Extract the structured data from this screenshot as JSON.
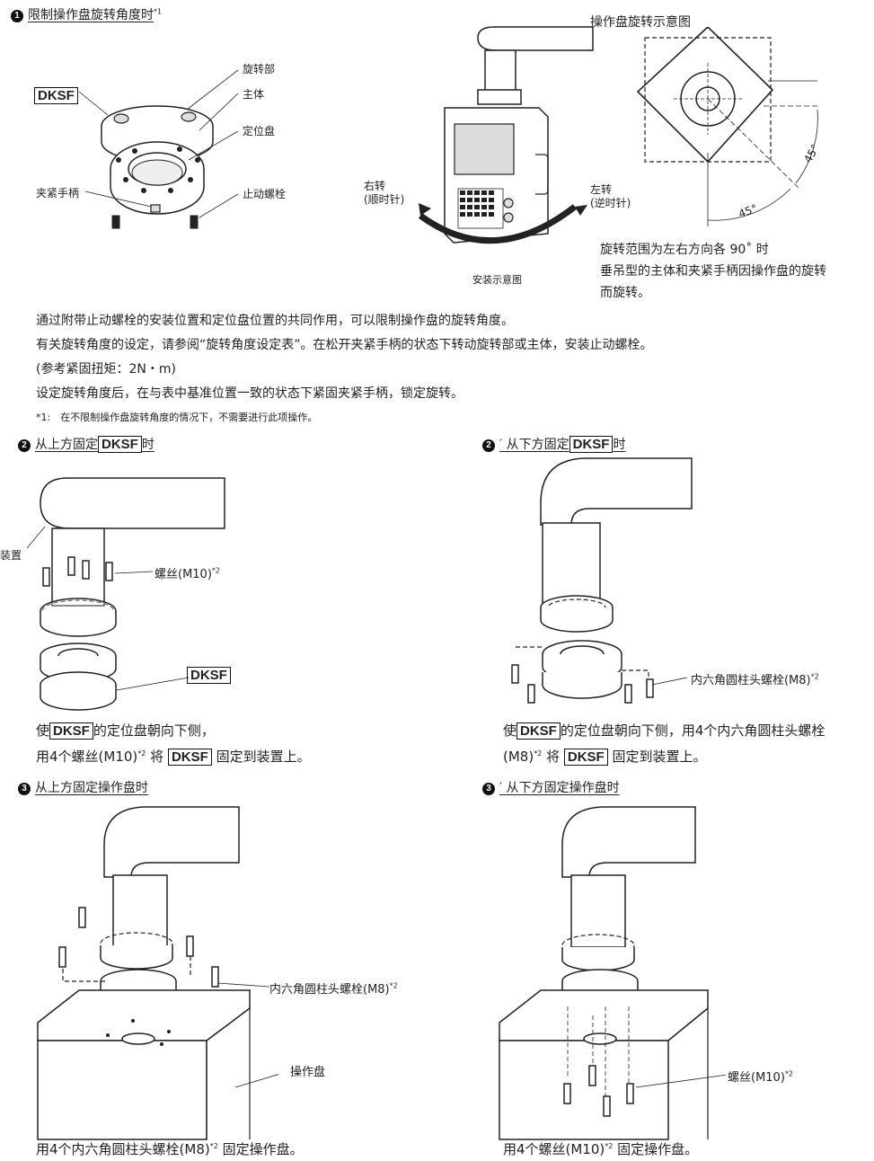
{
  "sec1": {
    "num": "1",
    "title": "限制操作盘旋转角度时",
    "note_mark": "*1",
    "dksf_label": "DKSF",
    "labels": {
      "rotating_part": "旋转部",
      "main_body": "主体",
      "positioning_disc": "定位盘",
      "clamp_handle": "夹紧手柄",
      "stop_bolt": "止动螺栓"
    },
    "rotation_diagram_title": "操作盘旋转示意图",
    "right_turn": "右转",
    "right_turn_sub": "(顺时针)",
    "left_turn": "左转",
    "left_turn_sub": "(逆时针)",
    "install_caption": "安装示意图",
    "angle_1": "45°",
    "angle_2": "45°",
    "range_text": [
      "旋转范围为左右方向各 90˚ 时",
      "垂吊型的主体和夹紧手柄因操作盘的旋转",
      "而旋转。"
    ],
    "body": [
      "通过附带止动螺栓的安装位置和定位盘位置的共同作用，可以限制操作盘的旋转角度。",
      "有关旋转角度的设定，请参阅“旋转角度设定表”。在松开夹紧手柄的状态下转动旋转部或主体，安装止动螺栓。",
      "(参考紧固扭矩：2N・m)",
      "设定旋转角度后，在与表中基准位置一致的状态下紧固夹紧手柄，锁定旋转。"
    ],
    "footnote": "*1:　在不限制操作盘旋转角度的情况下，不需要进行此项操作。"
  },
  "sec2": {
    "num": "2",
    "title_pre": "从上方固定",
    "dksf": "DKSF",
    "title_post": "时",
    "device_label": "装置",
    "screw_label": "螺丝(M10)",
    "screw_note": "*2",
    "dksf_tag": "DKSF",
    "desc1_pre": "使",
    "desc1_dksf": "DKSF",
    "desc1_post": "的定位盘朝向下侧，",
    "desc2_pre": "用4个螺丝(M10)",
    "desc2_note": "*2",
    "desc2_mid": "将",
    "desc2_dksf": "DKSF",
    "desc2_post": "固定到装置上。"
  },
  "sec2b": {
    "num": "2",
    "title_pre": "′ 从下方固定",
    "dksf": "DKSF",
    "title_post": "时",
    "bolt_label": "内六角圆柱头螺栓(M8)",
    "bolt_note": "*2",
    "desc1_pre": "使",
    "desc1_dksf": "DKSF",
    "desc1_post": "的定位盘朝向下侧，用4个内六角圆柱头螺栓",
    "desc2_pre": "(M8)",
    "desc2_note": "*2",
    "desc2_mid": "将",
    "desc2_dksf": "DKSF",
    "desc2_post": "固定到装置上。"
  },
  "sec3": {
    "num": "3",
    "title": "从上方固定操作盘时",
    "bolt_label": "内六角圆柱头螺栓(M8)",
    "bolt_note": "*2",
    "panel_label": "操作盘",
    "desc_pre": "用4个内六角圆柱头螺栓(M8)",
    "desc_note": "*2",
    "desc_post": "固定操作盘。"
  },
  "sec3b": {
    "num": "3",
    "title": "′ 从下方固定操作盘时",
    "screw_label": "螺丝(M10)",
    "screw_note": "*2",
    "desc_pre": "用4个螺丝(M10)",
    "desc_note": "*2",
    "desc_post": "固定操作盘。"
  }
}
